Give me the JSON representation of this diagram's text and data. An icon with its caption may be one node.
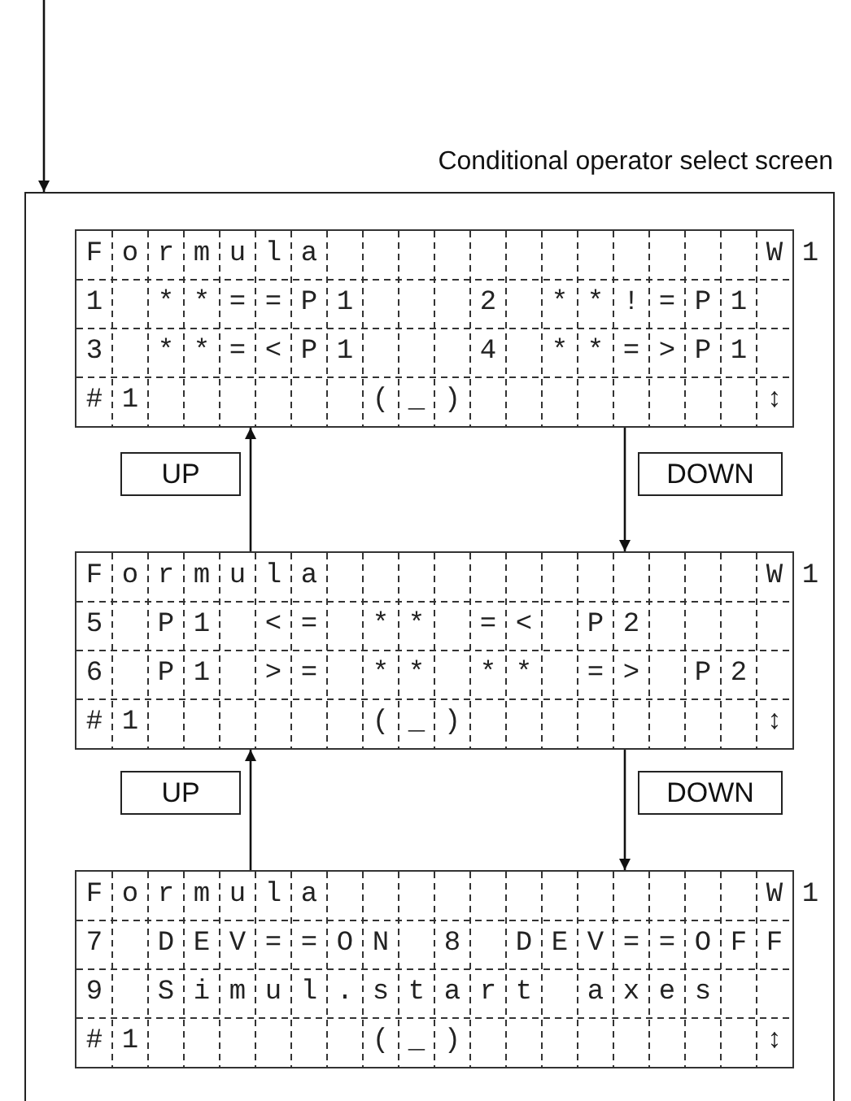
{
  "diagram": {
    "nodes": [
      {
        "text": [
          "Conditional operator select screen"
        ]
      },
      {
        "text": [
          "Formula            W1",
          "1 **==P1   2 **!=P1 ",
          "3 **=<P1   4 **=>P1 ",
          "#1      (_)        ↕"
        ],
        "in": 0
      },
      {
        "text": [
          "UP"
        ],
        "in": 0
      },
      {
        "text": [
          "DOWN"
        ],
        "in": 0
      },
      {
        "text": [
          "Formula            W1",
          "5 P1 <= ** =< P2    ",
          "6 P1 >= ** ** => P2 ",
          "#1      (_)        ↕"
        ],
        "in": 0
      },
      {
        "text": [
          "UP"
        ],
        "in": 0
      },
      {
        "text": [
          "DOWN"
        ],
        "in": 0
      },
      {
        "text": [
          "Formula            W1",
          "7 DEV==ON 8 DEV==OFF",
          "9 Simul.start axes  ",
          "#1      (_)        ↕"
        ],
        "in": 0
      }
    ],
    "edges": [
      {
        "from": null,
        "to": 0,
        "arrow": "to"
      },
      {
        "from": 1,
        "to": 4,
        "arrow": "to"
      },
      {
        "from": 4,
        "to": 1,
        "arrow": "to"
      },
      {
        "from": 4,
        "to": 7,
        "arrow": "to"
      },
      {
        "from": 7,
        "to": 4,
        "arrow": "to"
      }
    ]
  }
}
